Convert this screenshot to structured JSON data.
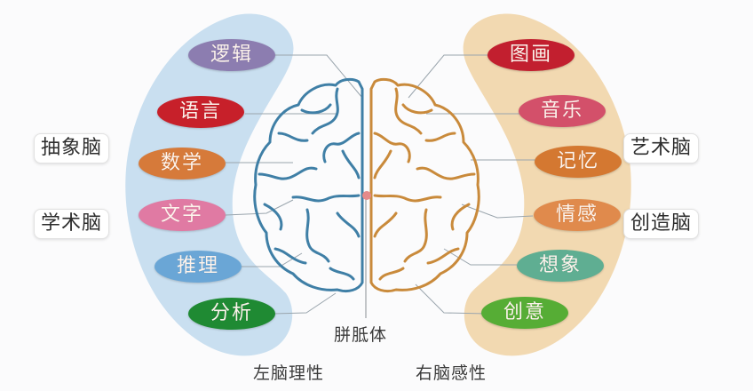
{
  "diagram": {
    "left_hemisphere": {
      "caption": "左脑理性",
      "band_color": "#c9dff0",
      "brain_color": "#3f7fa6",
      "side_labels": [
        "抽象脑",
        "学术脑"
      ],
      "items": [
        {
          "label": "逻辑",
          "color": "#8c7db0"
        },
        {
          "label": "语言",
          "color": "#c7202a"
        },
        {
          "label": "数学",
          "color": "#d67a3a"
        },
        {
          "label": "文字",
          "color": "#e07aa3"
        },
        {
          "label": "推理",
          "color": "#6aa6d6"
        },
        {
          "label": "分析",
          "color": "#1f8a33"
        }
      ]
    },
    "right_hemisphere": {
      "caption": "右脑感性",
      "band_color": "#f2d9b1",
      "brain_color": "#c98a3b",
      "side_labels": [
        "艺术脑",
        "创造脑"
      ],
      "items": [
        {
          "label": "图画",
          "color": "#c21f2f"
        },
        {
          "label": "音乐",
          "color": "#d3506a"
        },
        {
          "label": "记忆",
          "color": "#d47831"
        },
        {
          "label": "情感",
          "color": "#e08a4c"
        },
        {
          "label": "想象",
          "color": "#5fae92"
        },
        {
          "label": "创意",
          "color": "#56ad35"
        }
      ]
    },
    "center": {
      "label": "胼胝体",
      "dot_color": "#e58a8a"
    }
  }
}
